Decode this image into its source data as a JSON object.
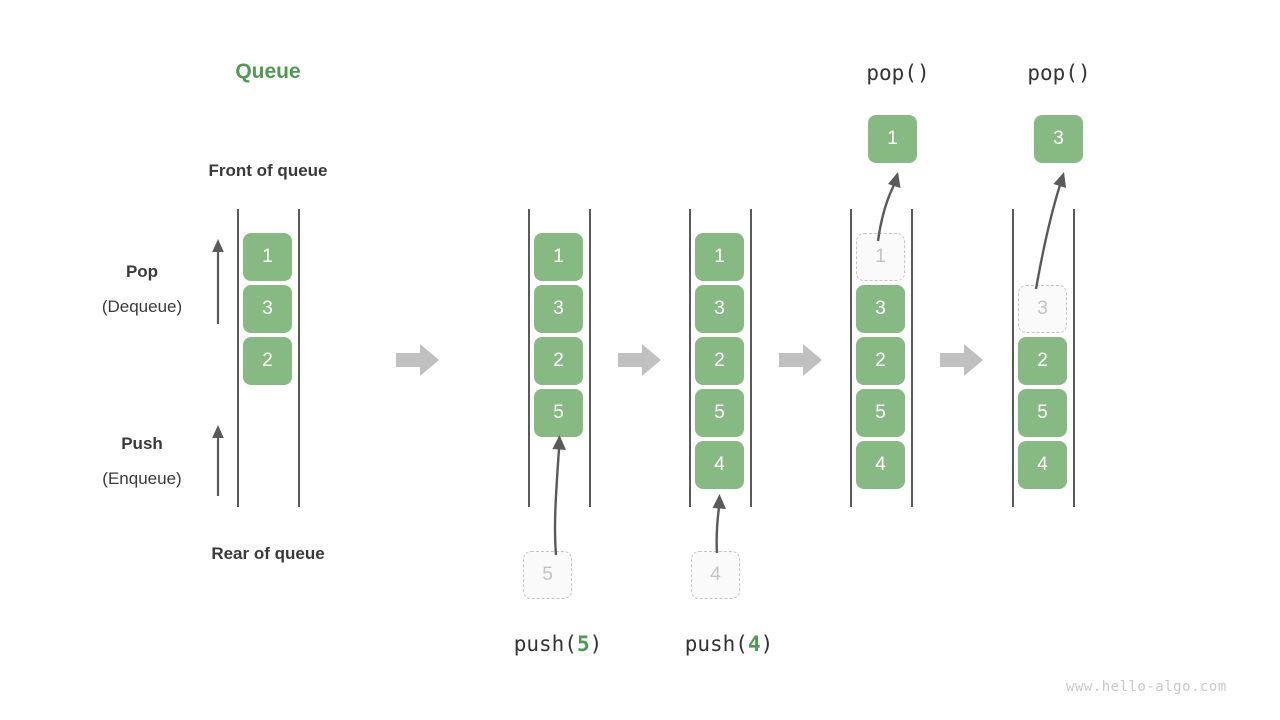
{
  "diagram": {
    "title": "Queue",
    "watermark": "www.hello-algo.com",
    "front_label": "Front of queue",
    "rear_label": "Rear of queue",
    "pop_label": "Pop",
    "pop_sub_label": "(Dequeue)",
    "push_label": "Push",
    "push_sub_label": "(Enqueue)",
    "accent_green": "#4e9a51",
    "cell_green": "#87b983",
    "ghost_gray": "#c2c2c2",
    "arrow_gray": "#c0c0c0",
    "rail_gray": "#5a5a5a"
  },
  "operations": {
    "push5_label_prefix": "push(",
    "push5_label_arg": "5",
    "push5_label_suffix": ")",
    "push4_label_prefix": "push(",
    "push4_label_arg": "4",
    "push4_label_suffix": ")",
    "pop1_label": "pop()",
    "pop2_label": "pop()"
  },
  "stages": [
    {
      "name": "initial",
      "cells": [
        {
          "value": "1",
          "state": "filled"
        },
        {
          "value": "3",
          "state": "filled"
        },
        {
          "value": "2",
          "state": "filled"
        }
      ],
      "incoming": null,
      "outgoing": null
    },
    {
      "name": "after-push-5",
      "cells": [
        {
          "value": "1",
          "state": "filled"
        },
        {
          "value": "3",
          "state": "filled"
        },
        {
          "value": "2",
          "state": "filled"
        },
        {
          "value": "5",
          "state": "filled"
        }
      ],
      "incoming": {
        "value": "5",
        "state": "ghost"
      },
      "outgoing": null
    },
    {
      "name": "after-push-4",
      "cells": [
        {
          "value": "1",
          "state": "filled"
        },
        {
          "value": "3",
          "state": "filled"
        },
        {
          "value": "2",
          "state": "filled"
        },
        {
          "value": "5",
          "state": "filled"
        },
        {
          "value": "4",
          "state": "filled"
        }
      ],
      "incoming": {
        "value": "4",
        "state": "ghost"
      },
      "outgoing": null
    },
    {
      "name": "after-pop-1",
      "cells": [
        {
          "value": "1",
          "state": "ghost"
        },
        {
          "value": "3",
          "state": "filled"
        },
        {
          "value": "2",
          "state": "filled"
        },
        {
          "value": "5",
          "state": "filled"
        },
        {
          "value": "4",
          "state": "filled"
        }
      ],
      "incoming": null,
      "outgoing": {
        "value": "1",
        "state": "filled"
      }
    },
    {
      "name": "after-pop-3",
      "cells": [
        {
          "value": "3",
          "state": "ghost"
        },
        {
          "value": "2",
          "state": "filled"
        },
        {
          "value": "5",
          "state": "filled"
        },
        {
          "value": "4",
          "state": "filled"
        }
      ],
      "incoming": null,
      "outgoing": {
        "value": "3",
        "state": "filled"
      }
    }
  ]
}
